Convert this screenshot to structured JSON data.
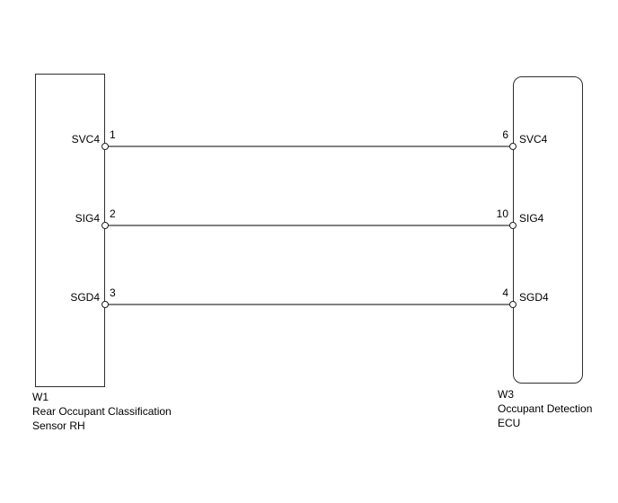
{
  "diagram": {
    "type": "wiring-diagram",
    "left_connector": {
      "code": "W1",
      "caption_lines": [
        "Rear Occupant Classification",
        "Sensor RH"
      ],
      "shape": "rectangle",
      "pins": [
        {
          "number": "1",
          "label": "SVC4"
        },
        {
          "number": "2",
          "label": "SIG4"
        },
        {
          "number": "3",
          "label": "SGD4"
        }
      ]
    },
    "right_connector": {
      "code": "W3",
      "caption_lines": [
        "Occupant Detection",
        "ECU"
      ],
      "shape": "rounded-rectangle",
      "pins": [
        {
          "number": "6",
          "label": "SVC4"
        },
        {
          "number": "10",
          "label": "SIG4"
        },
        {
          "number": "4",
          "label": "SGD4"
        }
      ]
    },
    "wires": [
      {
        "signal": "SVC4",
        "from_connector": "W1",
        "from_pin": "1",
        "to_connector": "W3",
        "to_pin": "6"
      },
      {
        "signal": "SIG4",
        "from_connector": "W1",
        "from_pin": "2",
        "to_connector": "W3",
        "to_pin": "10"
      },
      {
        "signal": "SGD4",
        "from_connector": "W1",
        "from_pin": "3",
        "to_connector": "W3",
        "to_pin": "4"
      }
    ],
    "colors": {
      "background": "#ffffff",
      "outline": "#2e2e2e",
      "wire": "#828282",
      "text": "#000000"
    }
  }
}
